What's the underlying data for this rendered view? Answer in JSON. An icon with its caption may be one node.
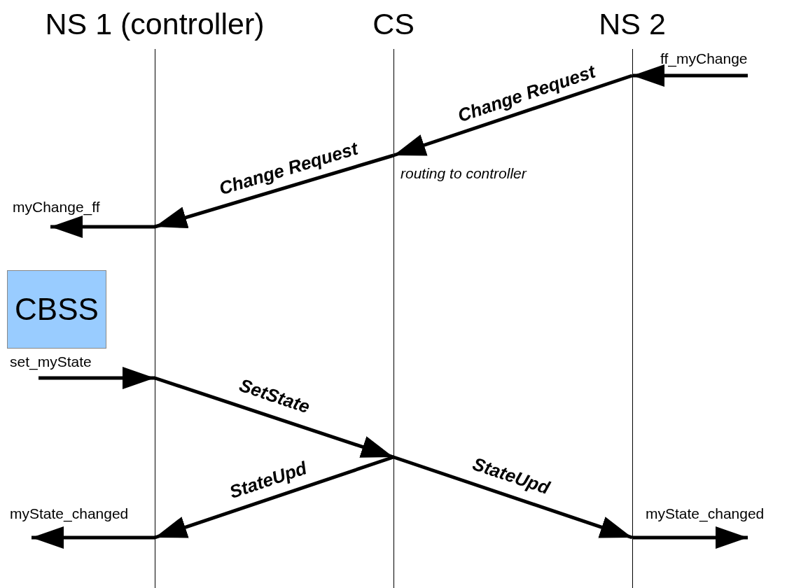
{
  "diagram": {
    "nodes": [
      {
        "text": [
          "NS 1 (controller)"
        ]
      },
      {
        "text": [
          "CS"
        ]
      },
      {
        "text": [
          "NS 2"
        ]
      },
      {
        "text": [
          "CBSS"
        ]
      }
    ],
    "edges": [
      {
        "from": null,
        "to": 2,
        "arrow": "to",
        "label": "ff_myChange"
      },
      {
        "from": 2,
        "to": 1,
        "arrow": "to",
        "label": "Change Request"
      },
      {
        "from": 1,
        "to": 0,
        "arrow": "to",
        "label": "Change Request"
      },
      {
        "from": 0,
        "to": null,
        "arrow": "to",
        "label": "myChange_ff"
      },
      {
        "from": null,
        "to": 0,
        "arrow": "to",
        "label": "set_myState"
      },
      {
        "from": 0,
        "to": 1,
        "arrow": "to",
        "label": "SetState"
      },
      {
        "from": 1,
        "to": 0,
        "arrow": "to",
        "label": "StateUpd"
      },
      {
        "from": 1,
        "to": 2,
        "arrow": "to",
        "label": "StateUpd"
      },
      {
        "from": 0,
        "to": null,
        "arrow": "to",
        "label": "myState_changed"
      },
      {
        "from": 2,
        "to": null,
        "arrow": "to",
        "label": "myState_changed"
      }
    ],
    "labels": [
      "routing to controller"
    ]
  }
}
